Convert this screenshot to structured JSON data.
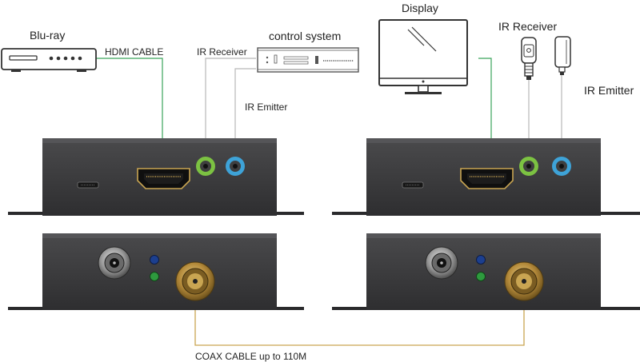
{
  "labels": {
    "bluray": "Blu-ray",
    "hdmi_cable": "HDMI CABLE",
    "control_system": "control system",
    "ir_receiver_tx": "IR Receiver",
    "ir_emitter_tx": "IR Emitter",
    "display": "Display",
    "ir_receiver_rx": "IR Receiver",
    "ir_emitter_rx": "IR Emitter",
    "coax_cable": "COAX CABLE up to 110M"
  },
  "colors": {
    "hdmi_line": "#3aa45a",
    "coax_line": "#c9a552",
    "ir_line": "#b8b8b8",
    "device_body": "#3c3c3e",
    "green_jack": "#7cc242",
    "blue_jack": "#3ea3d8",
    "led_blue": "#1c3f8f",
    "led_green": "#2e9a3e"
  },
  "icons": {
    "bluray_player": "bluray-player-icon",
    "control_unit": "control-system-icon",
    "display": "monitor-icon",
    "ir_receiver": "ir-receiver-icon",
    "ir_emitter": "ir-emitter-icon"
  }
}
